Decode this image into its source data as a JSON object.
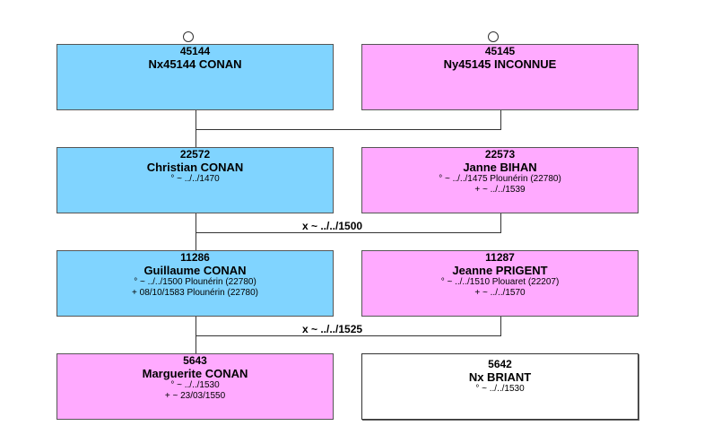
{
  "gen1": {
    "father": {
      "sosa": "45144",
      "name": "Nx45144 CONAN",
      "details": []
    },
    "mother": {
      "sosa": "45145",
      "name": "Ny45145 INCONNUE",
      "details": []
    }
  },
  "gen2": {
    "father": {
      "sosa": "22572",
      "name": "Christian CONAN",
      "details": [
        "° ~ ../../1470"
      ]
    },
    "mother": {
      "sosa": "22573",
      "name": "Janne BIHAN",
      "details": [
        "° ~ ../../1475 Plounérin (22780)",
        "+ ~ ../../1539"
      ]
    },
    "marriage": "x ~ ../../1500"
  },
  "gen3": {
    "father": {
      "sosa": "11286",
      "name": "Guillaume CONAN",
      "details": [
        "° ~ ../../1500 Plounérin (22780)",
        "+ 08/10/1583 Plounérin (22780)"
      ]
    },
    "mother": {
      "sosa": "11287",
      "name": "Jeanne PRIGENT",
      "details": [
        "° ~ ../../1510 Plouaret (22207)",
        "+ ~ ../../1570"
      ]
    },
    "marriage": "x ~ ../../1525"
  },
  "gen4": {
    "subject": {
      "sosa": "5643",
      "name": "Marguerite CONAN",
      "details": [
        "° ~ ../../1530",
        "+ ~ 23/03/1550"
      ]
    },
    "spouse": {
      "sosa": "5642",
      "name": "Nx BRIANT",
      "details": [
        "° ~ ../../1530"
      ]
    }
  },
  "colors": {
    "male": "#80d4ff",
    "female": "#ffaaff",
    "unknown": "#ffffff"
  }
}
